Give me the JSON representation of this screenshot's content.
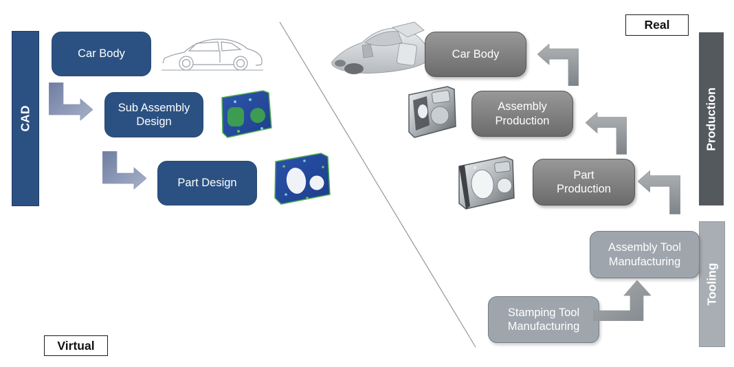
{
  "virtual": {
    "side_label": "Virtual",
    "lane_label": "CAD",
    "boxes": [
      {
        "label": "Car Body"
      },
      {
        "label": "Sub Assembly Design"
      },
      {
        "label": "Part Design"
      }
    ]
  },
  "real": {
    "side_label": "Real",
    "lanes": {
      "production": "Production",
      "tooling": "Tooling"
    },
    "production_boxes": [
      {
        "label": "Car Body"
      },
      {
        "label": "Assembly Production"
      },
      {
        "label": "Part Production"
      }
    ],
    "tooling_boxes": [
      {
        "label": "Assembly Tool Manufacturing"
      },
      {
        "label": "Stamping Tool Manufacturing"
      }
    ]
  },
  "images": {
    "car_sketch": "car-outline-sketch",
    "cad_subassembly": "cad-door-subassembly-render",
    "cad_part": "cad-door-part-render",
    "real_car": "car-body-in-white-photo",
    "real_door_assembly": "door-assembly-photo",
    "real_door_part": "door-part-photo"
  },
  "colors": {
    "cad_blue": "#2B5182",
    "arrow_blue": "#8593B4",
    "production_gray_bar": "#54595E",
    "tooling_gray_bar": "#A9AEB4",
    "production_box_gray": "#7E7E7E",
    "tooling_box_gray": "#9EA5AD",
    "arrow_gray": "#989DA2",
    "divider_gray": "#929699"
  }
}
